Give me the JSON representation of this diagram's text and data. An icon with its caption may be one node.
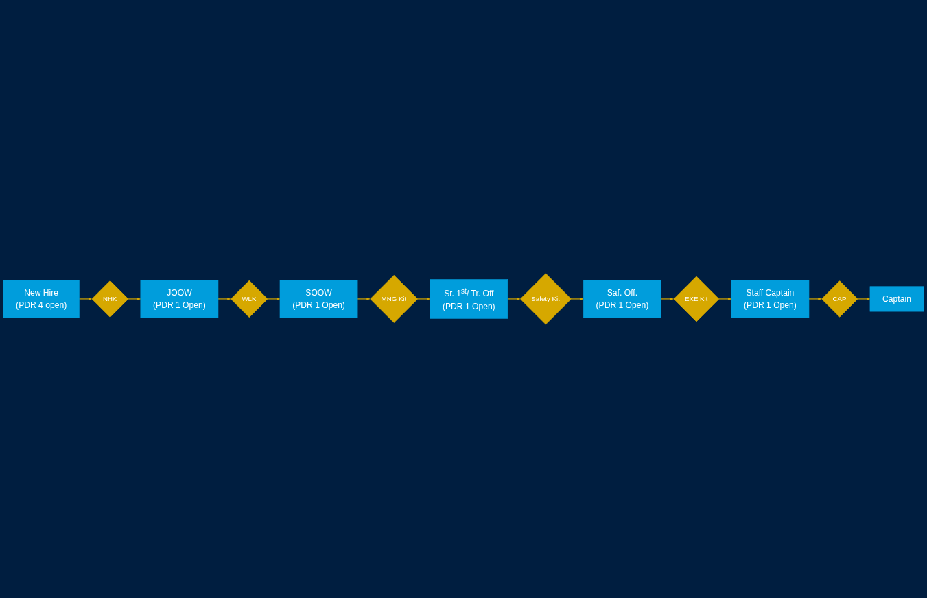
{
  "diagram": {
    "nodes": [
      {
        "text": [
          "New Hire",
          "(PDR 4 open)"
        ]
      },
      {
        "text": [
          "NHK"
        ]
      },
      {
        "text": [
          "JOOW",
          "(PDR 1 Open)"
        ]
      },
      {
        "text": [
          "WLK"
        ]
      },
      {
        "text": [
          "SOOW",
          "(PDR 1 Open)"
        ]
      },
      {
        "text": [
          "MNG Kit"
        ]
      },
      {
        "text": [
          "Sr. 1$^{st}$/ Tr. Off",
          "(PDR 1 Open)"
        ]
      },
      {
        "text": [
          "Safety Kit"
        ]
      },
      {
        "text": [
          "Saf. Off.",
          "(PDR 1 Open)"
        ]
      },
      {
        "text": [
          "EXE Kit"
        ]
      },
      {
        "text": [
          "Staff Captain",
          "(PDR 1 Open)"
        ]
      },
      {
        "text": [
          "CAP"
        ]
      },
      {
        "text": [
          "Captain"
        ]
      }
    ],
    "edges": [
      {
        "from": 0,
        "to": 1,
        "arrow": "to"
      },
      {
        "from": 1,
        "to": 2,
        "arrow": "to"
      },
      {
        "from": 2,
        "to": 3,
        "arrow": "to"
      },
      {
        "from": 3,
        "to": 4,
        "arrow": "to"
      },
      {
        "from": 4,
        "to": 5,
        "arrow": "to"
      },
      {
        "from": 5,
        "to": 6,
        "arrow": "to"
      },
      {
        "from": 6,
        "to": 7,
        "arrow": "to"
      },
      {
        "from": 7,
        "to": 8,
        "arrow": "to"
      },
      {
        "from": 8,
        "to": 9,
        "arrow": "to"
      },
      {
        "from": 9,
        "to": 10,
        "arrow": "to"
      },
      {
        "from": 10,
        "to": 11,
        "arrow": "to"
      },
      {
        "from": 11,
        "to": 12,
        "arrow": "to"
      }
    ]
  }
}
